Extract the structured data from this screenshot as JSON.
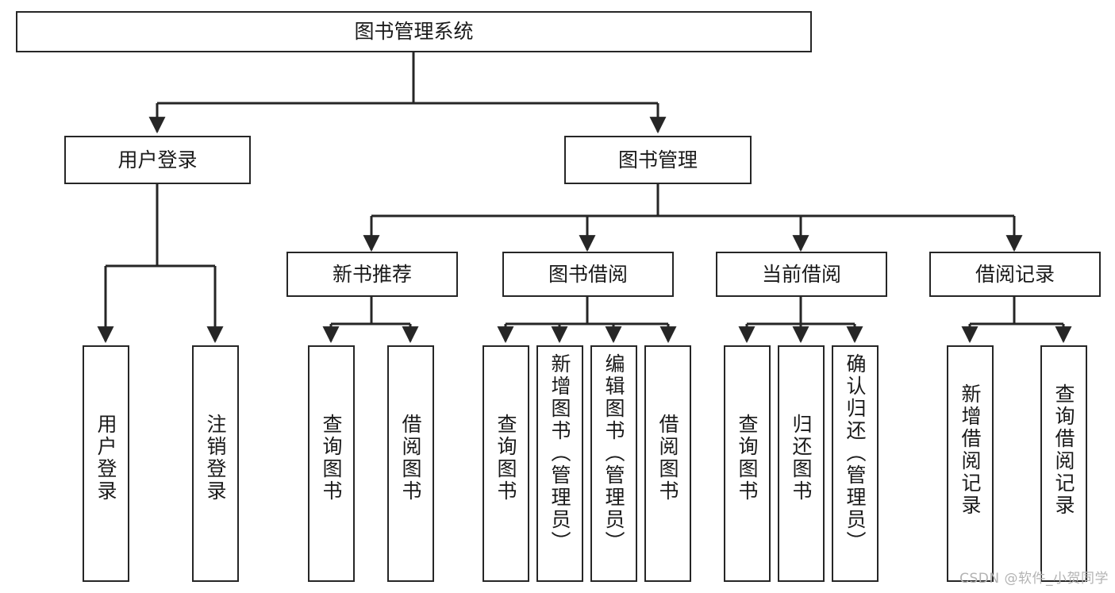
{
  "diagram": {
    "title": "图书管理系统",
    "type": "hierarchy-tree",
    "watermark": "CSDN @软件_小贺同学",
    "colors": {
      "stroke": "#262626",
      "fill": "#ffffff",
      "text": "#1a1a1a",
      "watermark": "#b3b3b3"
    },
    "nodes": {
      "root": {
        "label": "图书管理系统"
      },
      "level2": [
        {
          "id": "user-login",
          "label": "用户登录"
        },
        {
          "id": "book-manage",
          "label": "图书管理"
        }
      ],
      "level3": [
        {
          "id": "new-book-recommend",
          "label": "新书推荐"
        },
        {
          "id": "book-borrow",
          "label": "图书借阅"
        },
        {
          "id": "current-borrow",
          "label": "当前借阅"
        },
        {
          "id": "borrow-record",
          "label": "借阅记录"
        }
      ],
      "leaves": [
        {
          "id": "user-login-action",
          "label": "用户登录"
        },
        {
          "id": "logout-action",
          "label": "注销登录"
        },
        {
          "id": "query-book-1",
          "label": "查询图书"
        },
        {
          "id": "borrow-book-1",
          "label": "借阅图书"
        },
        {
          "id": "query-book-2",
          "label": "查询图书"
        },
        {
          "id": "add-book-admin",
          "label": "新增图书（管理员）"
        },
        {
          "id": "edit-book-admin",
          "label": "编辑图书（管理员）"
        },
        {
          "id": "borrow-book-2",
          "label": "借阅图书"
        },
        {
          "id": "query-book-3",
          "label": "查询图书"
        },
        {
          "id": "return-book",
          "label": "归还图书"
        },
        {
          "id": "confirm-return-admin",
          "label": "确认归还（管理员）"
        },
        {
          "id": "add-borrow-record",
          "label": "新增借阅记录"
        },
        {
          "id": "query-borrow-record",
          "label": "查询借阅记录"
        }
      ]
    }
  }
}
